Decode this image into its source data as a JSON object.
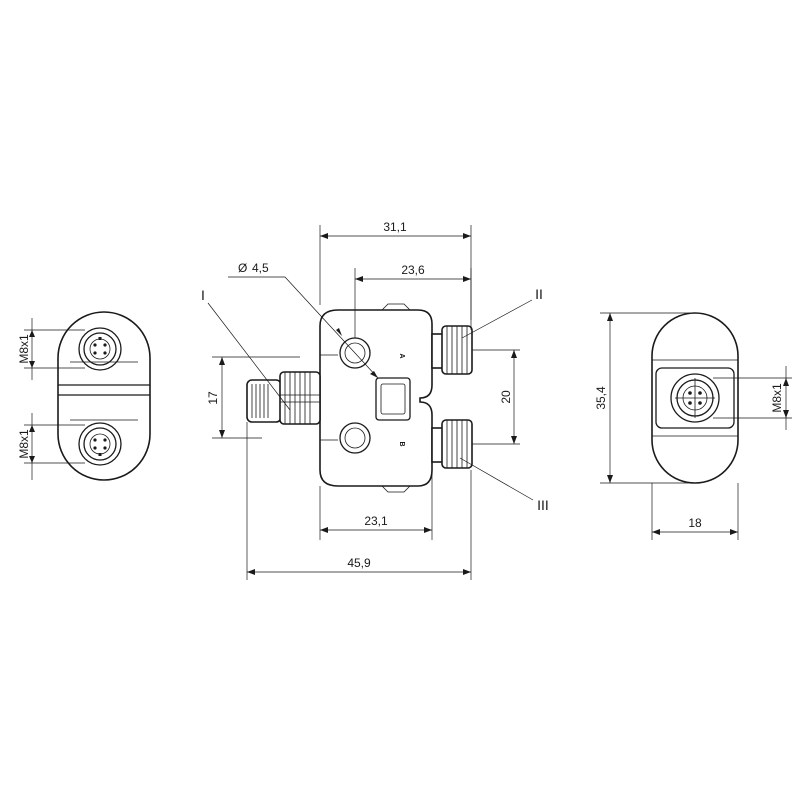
{
  "dimensions": {
    "width_top": "31,1",
    "hole_offset": "23,6",
    "diameter": "4,5",
    "diameter_symbol": "Ø",
    "height_left": "17",
    "pitch": "20",
    "body_depth": "23,1",
    "overall_length": "45,9",
    "side_height": "35,4",
    "side_width": "18",
    "thread_top": "M8x1",
    "thread_bottom": "M8x1",
    "thread_side": "M8x1"
  },
  "callouts": {
    "port_1": "I",
    "port_2": "II",
    "port_3": "III"
  },
  "markings": {
    "port_a": "A",
    "port_b": "B"
  }
}
